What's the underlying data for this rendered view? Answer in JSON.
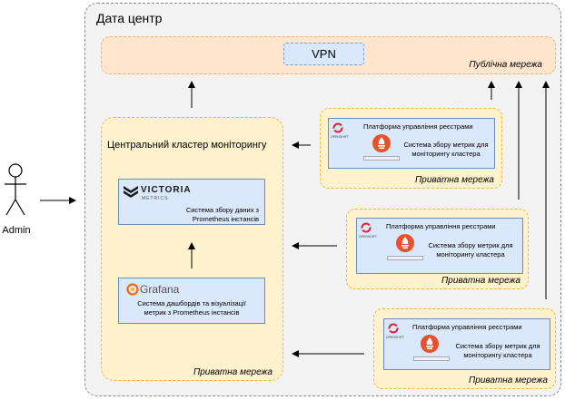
{
  "datacenter": {
    "title": "Дата центр"
  },
  "public_network": {
    "label": "Публічна мережа",
    "vpn": "VPN"
  },
  "central": {
    "title": "Центральний кластер моніторингу",
    "zone_label": "Приватна мережа",
    "victoria": {
      "brand": "VICTORIA",
      "brand_sub": "METRICS",
      "desc": "Система збору даних з Prometheus інстансів"
    },
    "grafana": {
      "brand": "Grafana",
      "desc": "Система дашбордів та візуалізації метрик з Prometheus інстансів"
    }
  },
  "clusters": [
    {
      "title": "Платформа управління реєстрами",
      "desc": "Система збору метрик для моніторингу кластера",
      "zone_label": "Приватна мережа",
      "openshift_caption": "OPENSHIFT"
    },
    {
      "title": "Платформа управління реєстрами",
      "desc": "Система збору метрик для моніторингу кластера",
      "zone_label": "Приватна мережа",
      "openshift_caption": "OPENSHIFT"
    },
    {
      "title": "Платформа управління реєстрами",
      "desc": "Система збору метрик для моніторингу кластера",
      "zone_label": "Приватна мережа",
      "openshift_caption": "OPENSHIFT"
    }
  ],
  "actor": {
    "label": "Admin"
  },
  "colors": {
    "zone_fill": "#fff2cc",
    "zone_border": "#f0b74a",
    "public_fill": "#ffe6cc",
    "card_fill": "#dae8fc",
    "card_border": "#6c8ebf",
    "openshift_red": "#db212e",
    "prometheus_orange": "#e6522c",
    "datacenter_fill": "#f3f3f3"
  },
  "icons": [
    "actor-icon",
    "victoriametrics-logo-icon",
    "grafana-logo-icon",
    "openshift-logo-icon",
    "prometheus-logo-icon"
  ]
}
